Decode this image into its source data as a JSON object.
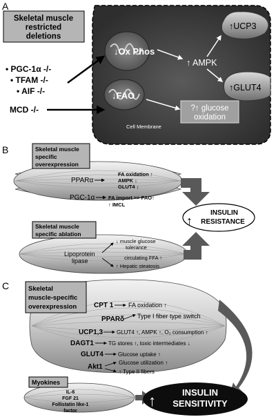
{
  "panel_a": {
    "letter": "A",
    "box_line1": "Skeletal muscle",
    "box_line2": "restricted",
    "box_line3": "deletions",
    "deletions": [
      "• PGC-1α -/-",
      "• TFAM -/-",
      "• AIF -/-"
    ],
    "mcd": "MCD -/-",
    "ox_phos": "↓Ox Phos",
    "fao": "↓FAO",
    "ampk": "↑ AMPK",
    "ucp3": "↑UCP3",
    "glut4": "↑GLUT4",
    "glucose_line1": "?↑ glucose",
    "glucose_line2": "oxidation",
    "membrane": "Cell Membrane"
  },
  "panel_b": {
    "letter": "B",
    "box1_line1": "Skeletal muscle",
    "box1_line2": "specific",
    "box1_line3": "overexpression",
    "ppara": "PPARα",
    "ppara_effects": [
      "FA oxidation ↑",
      "AMPK ↓",
      "GLUT4 ↓"
    ],
    "pgc": "PGC-1α",
    "pgc_effects": [
      "FA import >> FAO↑",
      "↑ IMCL"
    ],
    "box2_line1": "Skeletal muscle",
    "box2_line2": "specific ablation",
    "lipo_line1": "Lipoprotein",
    "lipo_line2": "lipase",
    "lipo_effects": [
      "↓ muscle glucose",
      "tolerance",
      "circulating FFA ↑",
      "↑ Hepatic steatosis"
    ],
    "resistance_line1": "INSULIN",
    "resistance_line2": "RESISTANCE",
    "resistance_arrow": "↑"
  },
  "panel_c": {
    "letter": "C",
    "box_line1": "Skeletal",
    "box_line2": "muscle-specific",
    "box_line3": "overexpression",
    "rows": [
      {
        "gene": "CPT 1",
        "effect": "FA oxidation ↑"
      },
      {
        "gene": "PPARδ",
        "effect": "Type I fiber type switch"
      },
      {
        "gene": "UCP1,3",
        "effect": "GLUT4 ↑, AMPK ↑, O₂ consumption ↑"
      },
      {
        "gene": "DAGT1",
        "effect": "TG stores ↑, toxic intermediates ↓"
      },
      {
        "gene": "GLUT4",
        "effect": "Glucose uptake ↑"
      },
      {
        "gene": "Akt1",
        "effect": "Glucose utilization ↑"
      }
    ],
    "akt_extra": "↑ Type II fibers",
    "myokines": "Myokines",
    "myokine_list": [
      "IL-6",
      "FGF 21",
      "Follistatin like-1",
      "factor"
    ],
    "sensitivity_line1": "INSULIN",
    "sensitivity_line2": "SENSITIVITY",
    "sensitivity_arrow": "↑"
  },
  "colors": {
    "cell": "#3a3a3a",
    "box": "#b5b5b5",
    "muscle_light": "#dcdcdc",
    "muscle_dark": "#8c8c8c",
    "arrow": "#595959",
    "oval": "#0d0d0d"
  }
}
